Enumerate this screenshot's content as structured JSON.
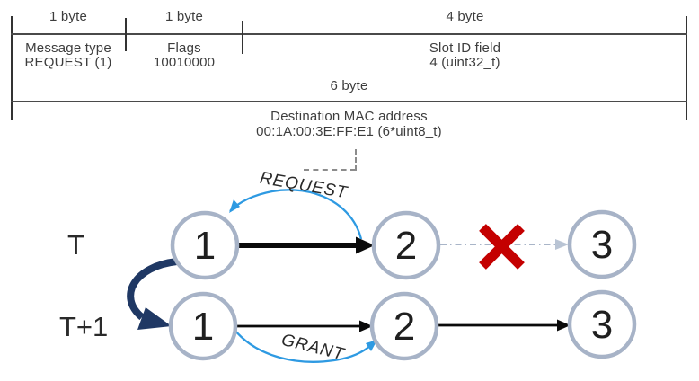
{
  "packet": {
    "columns": [
      {
        "size_label": "1 byte",
        "field_name": "Message type",
        "field_value": "REQUEST (1)"
      },
      {
        "size_label": "1 byte",
        "field_name": "Flags",
        "field_value": "10010000"
      },
      {
        "size_label": "4 byte",
        "field_name": "Slot ID field",
        "field_value": "4 (uint32_t)"
      }
    ],
    "span": {
      "size_label": "6 byte",
      "field_name": "Destination MAC address",
      "field_value": "00:1A:00:3E:FF:E1 (6*uint8_t)"
    }
  },
  "sequence": {
    "rows": [
      {
        "time_label": "T",
        "nodes": [
          "1",
          "2",
          "3"
        ]
      },
      {
        "time_label": "T+1",
        "nodes": [
          "1",
          "2",
          "3"
        ]
      }
    ],
    "request_label": "REQUEST",
    "grant_label": "GRANT"
  },
  "colors": {
    "node_stroke": "#a7b3c7",
    "message_blue": "#2e9ae2",
    "transition_navy": "#1f3864",
    "blocked_red": "#c40000",
    "dashdot_gray": "#a9b5c8",
    "rule_gray": "#4a4a4a"
  }
}
